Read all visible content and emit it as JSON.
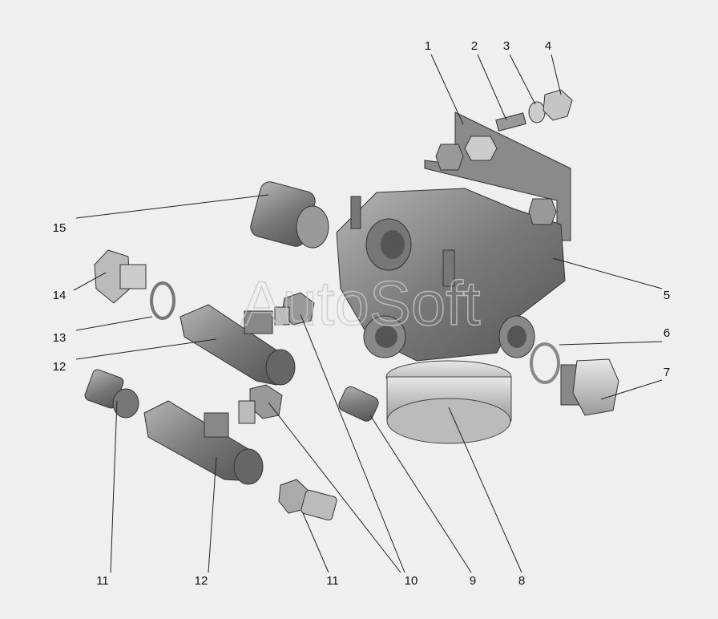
{
  "watermark": "AutoSoft",
  "callouts": [
    {
      "id": "c1",
      "text": "1"
    },
    {
      "id": "c2",
      "text": "2"
    },
    {
      "id": "c3",
      "text": "3"
    },
    {
      "id": "c4",
      "text": "4"
    },
    {
      "id": "c5",
      "text": "5"
    },
    {
      "id": "c6",
      "text": "6"
    },
    {
      "id": "c7",
      "text": "7"
    },
    {
      "id": "c8",
      "text": "8"
    },
    {
      "id": "c9",
      "text": "9"
    },
    {
      "id": "c10",
      "text": "10"
    },
    {
      "id": "c11a",
      "text": "11"
    },
    {
      "id": "c12a",
      "text": "12"
    },
    {
      "id": "c11b",
      "text": "11"
    },
    {
      "id": "c12b",
      "text": "12"
    },
    {
      "id": "c13",
      "text": "13"
    },
    {
      "id": "c14",
      "text": "14"
    },
    {
      "id": "c15",
      "text": "15"
    }
  ]
}
